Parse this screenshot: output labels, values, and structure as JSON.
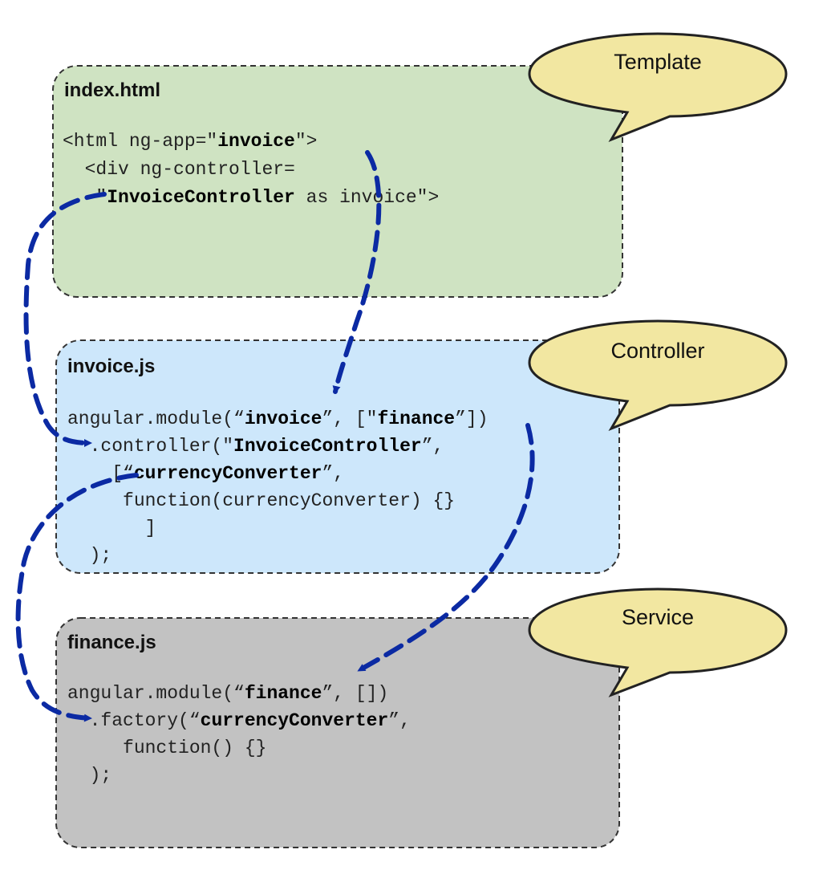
{
  "boxes": {
    "template": {
      "title": "index.html",
      "fill": "#cfe3c2",
      "lines": [
        [
          [
            "<html ng-app=\"",
            false
          ],
          [
            "invoice",
            true
          ],
          [
            "\">",
            false
          ]
        ],
        [
          [
            "  <div ng-controller=",
            false
          ]
        ],
        [
          [
            "   \"",
            false
          ],
          [
            "InvoiceController",
            true
          ],
          [
            " as invoice\">",
            false
          ]
        ]
      ]
    },
    "controller": {
      "title": "invoice.js",
      "fill": "#cde7fb",
      "lines": [
        [
          [
            "angular.module(“",
            false
          ],
          [
            "invoice",
            true
          ],
          [
            "”, [\"",
            false
          ],
          [
            "finance",
            true
          ],
          [
            "”])",
            false
          ]
        ],
        [
          [
            "  .controller(\"",
            false
          ],
          [
            "InvoiceController",
            true
          ],
          [
            "”,",
            false
          ]
        ],
        [
          [
            "    [“",
            false
          ],
          [
            "currencyConverter",
            true
          ],
          [
            "”,",
            false
          ]
        ],
        [
          [
            "     function(currencyConverter) {}",
            false
          ]
        ],
        [
          [
            "       ]",
            false
          ]
        ],
        [
          [
            "  );",
            false
          ]
        ]
      ]
    },
    "service": {
      "title": "finance.js",
      "fill": "#c2c2c2",
      "lines": [
        [
          [
            "angular.module(“",
            false
          ],
          [
            "finance",
            true
          ],
          [
            "”, [])",
            false
          ]
        ],
        [
          [
            "  .factory(“",
            false
          ],
          [
            "currencyConverter",
            true
          ],
          [
            "”,",
            false
          ]
        ],
        [
          [
            "     function() {}",
            false
          ]
        ],
        [
          [
            "  );",
            false
          ]
        ]
      ]
    }
  },
  "bubbles": {
    "template": "Template",
    "controller": "Controller",
    "service": "Service"
  },
  "colors": {
    "bubble_fill": "#f2e7a1",
    "arrow": "#0b2aa3",
    "border": "#333333"
  }
}
